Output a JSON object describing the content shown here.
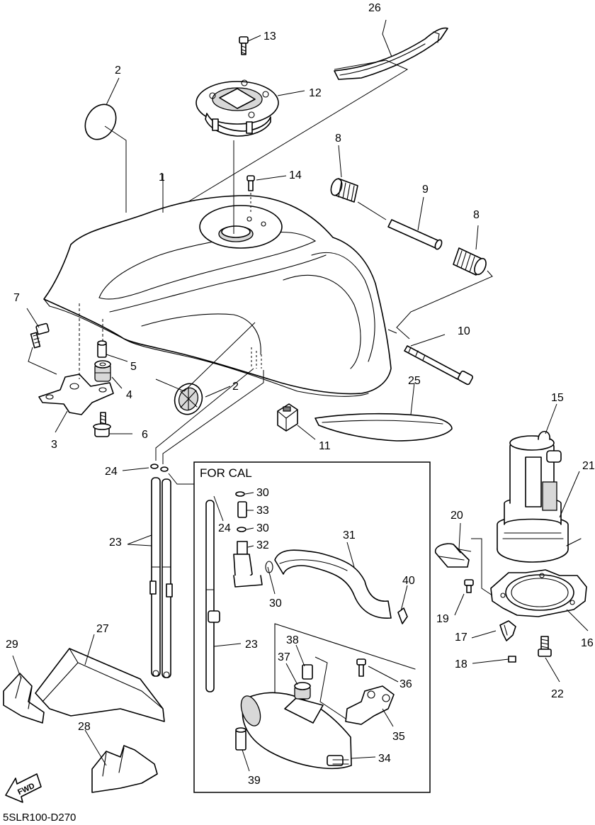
{
  "diagram_code": "5SLR100-D270",
  "inset_title": "FOR CAL",
  "fwd_label": "FWD",
  "callouts": {
    "c26": "26",
    "c13": "13",
    "c2a": "2",
    "c12": "12",
    "c8a": "8",
    "c14": "14",
    "c1": "1",
    "c9": "9",
    "c8b": "8",
    "c7": "7",
    "c10": "10",
    "c5": "5",
    "c4": "4",
    "c2b": "2",
    "c25": "25",
    "c15": "15",
    "c3": "3",
    "c6": "6",
    "c11": "11",
    "c21": "21",
    "c24a": "24",
    "c30a": "30",
    "c33": "33",
    "c24b": "24",
    "c30b": "30",
    "c20": "20",
    "c23a": "23",
    "c31": "31",
    "c32": "32",
    "c30c": "30",
    "c40": "40",
    "c19": "19",
    "c27": "27",
    "c17": "17",
    "c16": "16",
    "c29": "29",
    "c23b": "23",
    "c38": "38",
    "c37": "37",
    "c36": "36",
    "c18": "18",
    "c22": "22",
    "c35": "35",
    "c28": "28",
    "c34": "34",
    "c39": "39"
  },
  "colors": {
    "line": "#000000",
    "background": "#ffffff",
    "shade": "#d8d8d8"
  }
}
